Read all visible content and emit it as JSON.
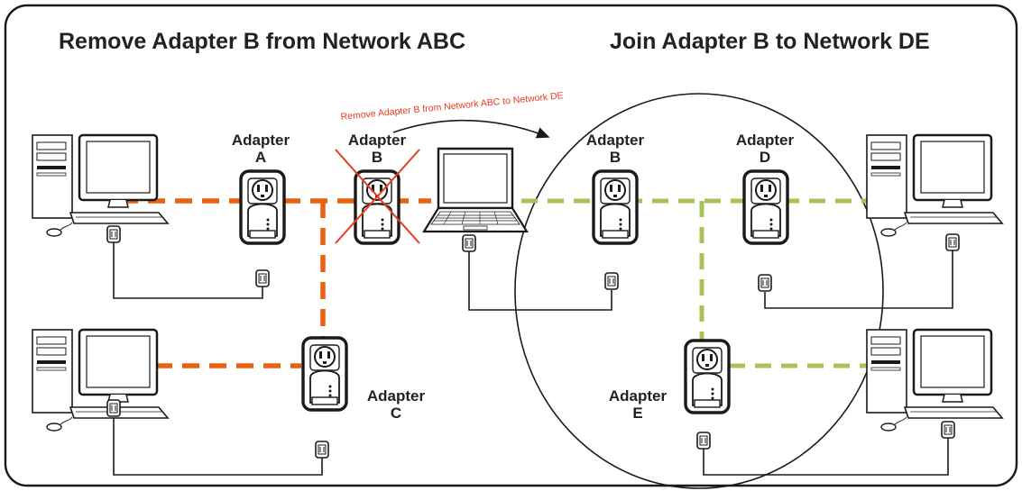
{
  "titles": {
    "left": "Remove Adapter B from Network ABC",
    "right": "Join Adapter B to Network DE"
  },
  "annotation": "Remove Adapter B from Network ABC to Network DE",
  "adapters": {
    "a": {
      "line1": "Adapter",
      "line2": "A"
    },
    "b_old": {
      "line1": "Adapter",
      "line2": "B"
    },
    "b_new": {
      "line1": "Adapter",
      "line2": "B"
    },
    "c": {
      "line1": "Adapter",
      "line2": "C"
    },
    "d": {
      "line1": "Adapter",
      "line2": "D"
    },
    "e": {
      "line1": "Adapter",
      "line2": "E"
    }
  },
  "colors": {
    "network_abc": "#e8620f",
    "network_de": "#a9c159",
    "removal_mark": "#e83b1e",
    "outline": "#1a1a1a"
  },
  "icons": [
    "desktop-computer-icon",
    "laptop-icon",
    "powerline-adapter-icon",
    "wall-plug-icon",
    "remove-x-icon",
    "curved-arrow-icon"
  ]
}
